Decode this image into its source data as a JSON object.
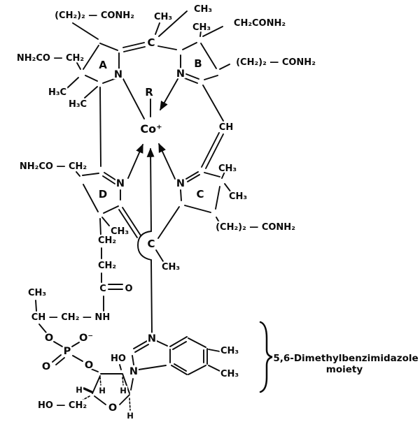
{
  "diagram": {
    "kind": "chemical-structure",
    "colors": {
      "ink": "#0b0b0b",
      "paper": "#ffffff"
    }
  },
  "labels": {
    "propionamide_a": "(CH₂)₂ — CONH₂",
    "methyl_bridge_ab": "CH₃",
    "methyl_bridge_ab_upper": "CH₃",
    "acetamide_b": "CH₂CONH₂",
    "methyl_b": "CH₃",
    "acetamide_a": "NH₂CO — CH₂",
    "ring_a": "A",
    "bridge_c_ab": "C",
    "ring_b": "B",
    "n_ring_a": "N",
    "n_ring_b": "N",
    "propionamide_b": "(CH₂)₂ — CONH₂",
    "methyl_a_upper": "H₃C",
    "methyl_a_lower": "H₃C",
    "r_group": "R",
    "cobalt": "Co⁺",
    "bridge_ch_bc": "CH",
    "acetamide_d": "NH₂CO — CH₂",
    "n_ring_d": "N",
    "ring_d": "D",
    "n_ring_c": "N",
    "ring_c": "C",
    "methyl_c_upper": "CH₃",
    "methyl_c_lower": "CH₃",
    "propionamide_c": "(CH₂)₂ — CONH₂",
    "methyl_d": "CH₃",
    "ch2_chain_1": "CH₂",
    "bridge_c_cd": "C",
    "methyl_bridge_cd": "CH₃",
    "ch2_chain_2": "CH₂",
    "carbonyl_c": "C",
    "carbonyl_o": "O",
    "methyl_isopropanol": "CH₃",
    "aminopropanol_chain": "CH — CH₂ — NH",
    "o_phosphate_upper": "O",
    "o_phosphate_minus": "O⁻",
    "phosphorus": "P",
    "o_phosphate_dbl": "O",
    "o_phosphate_ester": "O",
    "hydroxyl_ribose": "HO",
    "hydroxymethyl": "HO — CH₂",
    "o_ribose_ring": "O",
    "h_ribose_1": "H",
    "h_ribose_2": "H",
    "h_ribose_3": "H",
    "h_ribose_4": "H",
    "n_benzimidazole_3": "N",
    "n_benzimidazole_1": "N",
    "methyl_benz_5": "CH₃",
    "methyl_benz_6": "CH₃"
  },
  "annotation": {
    "brace_label_line1": "5,6-Dimethylbenzimidazole",
    "brace_label_line2": "moiety"
  }
}
